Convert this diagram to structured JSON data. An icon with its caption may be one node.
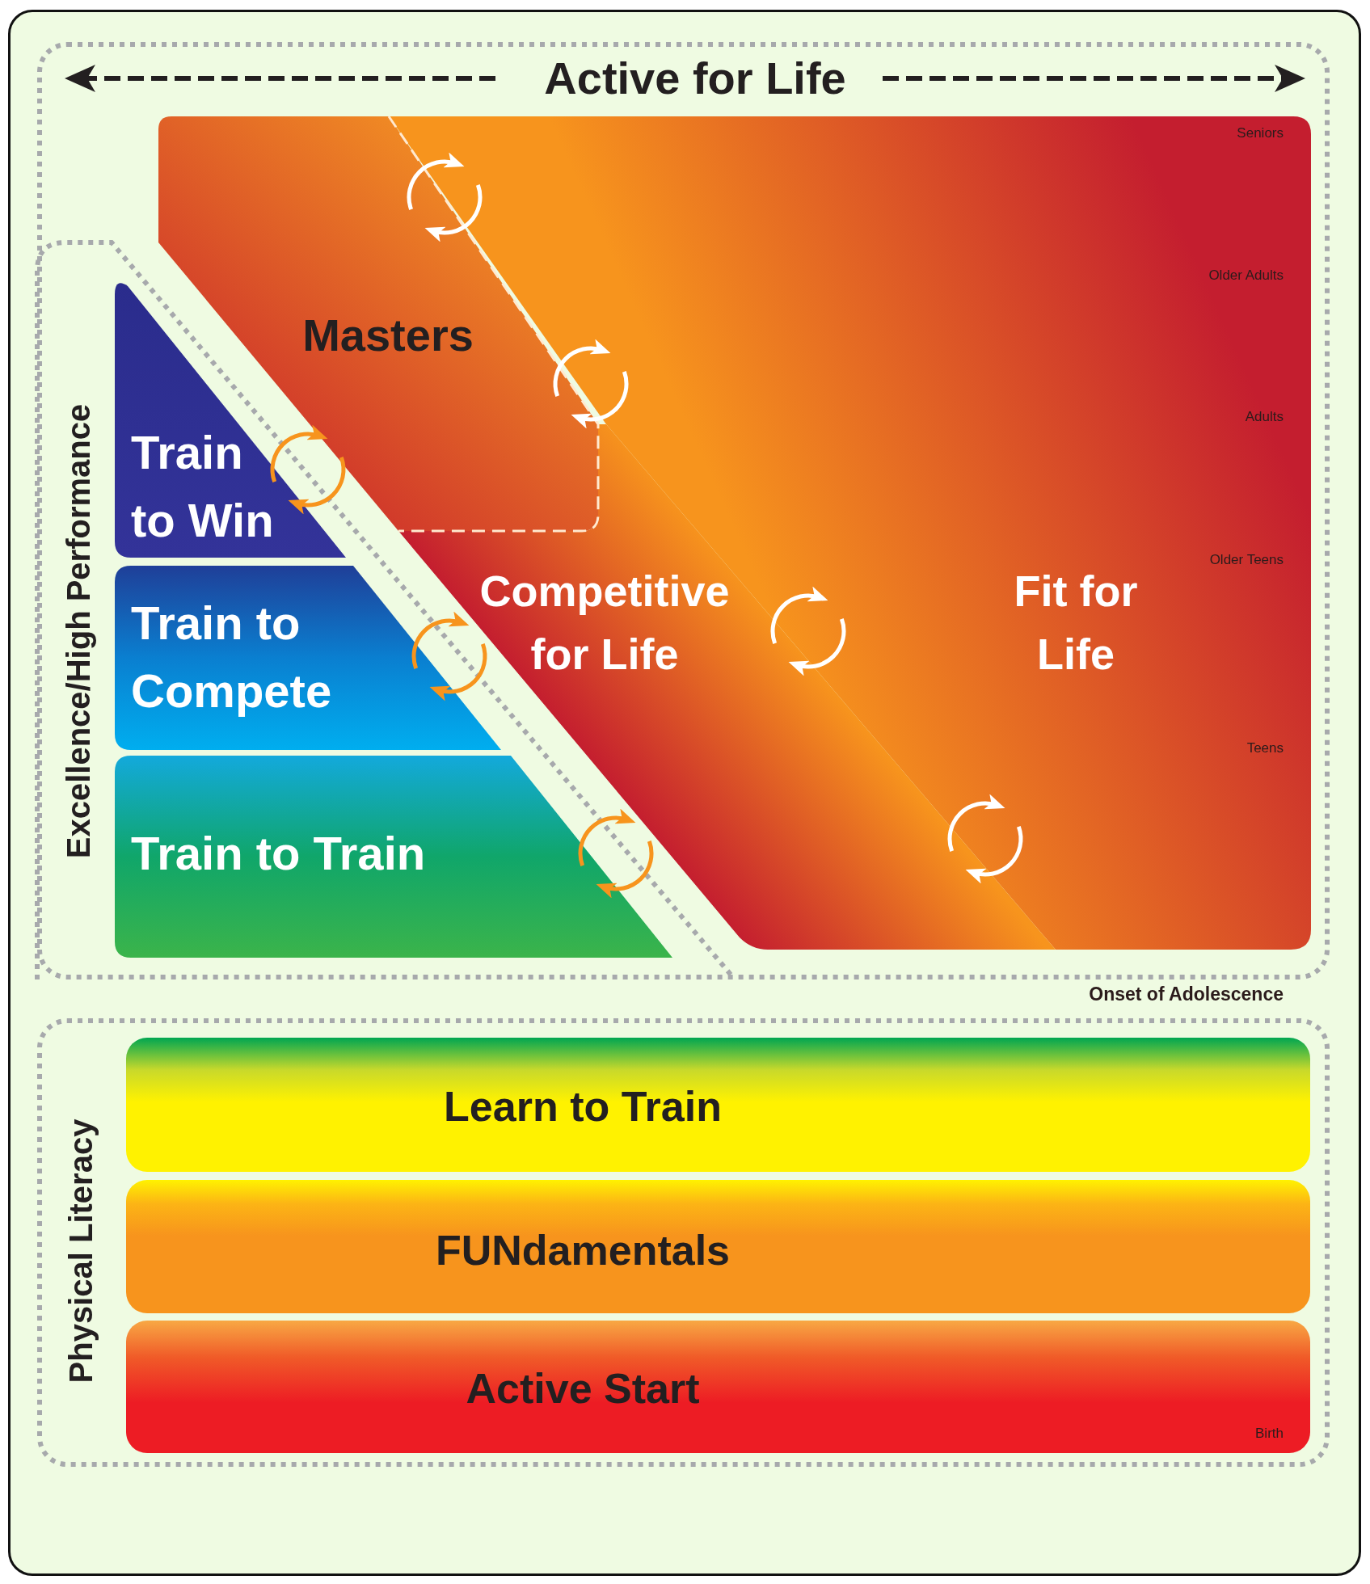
{
  "diagram": {
    "nodes": [
      {
        "text": [
          "Active for Life"
        ]
      },
      {
        "text": [
          "Excellence/High Performance"
        ],
        "in": 0
      },
      {
        "text": [
          "Masters"
        ],
        "in": 0
      },
      {
        "text": [
          "Train to Win"
        ],
        "in": 1
      },
      {
        "text": [
          "Train to Compete"
        ],
        "in": 1
      },
      {
        "text": [
          "Train to Train"
        ],
        "in": 1
      },
      {
        "text": [
          "Competitive for Life"
        ],
        "in": 0
      },
      {
        "text": [
          "Fit for Life"
        ],
        "in": 0
      },
      {
        "text": [
          "Physical Literacy"
        ]
      },
      {
        "text": [
          "Learn to Train"
        ],
        "in": 8
      },
      {
        "text": [
          "FUNdamentals"
        ],
        "in": 8
      },
      {
        "text": [
          "Active Start"
        ],
        "in": 8
      }
    ],
    "edges": [
      {
        "from": 2,
        "to": 7,
        "arrow": "to"
      },
      {
        "from": 7,
        "to": 2,
        "arrow": "to"
      },
      {
        "from": 2,
        "to": 7,
        "arrow": "to"
      },
      {
        "from": 7,
        "to": 2,
        "arrow": "to"
      },
      {
        "from": 3,
        "to": 2,
        "arrow": "to",
        "color": "#f7941d"
      },
      {
        "from": 2,
        "to": 3,
        "arrow": "to",
        "color": "#f7941d"
      },
      {
        "from": 4,
        "to": 6,
        "arrow": "to",
        "color": "#f7941d"
      },
      {
        "from": 6,
        "to": 4,
        "arrow": "to",
        "color": "#f7941d"
      },
      {
        "from": 5,
        "to": 6,
        "arrow": "to",
        "color": "#f7941d"
      },
      {
        "from": 6,
        "to": 5,
        "arrow": "to",
        "color": "#f7941d"
      },
      {
        "from": 6,
        "to": 7,
        "arrow": "to"
      },
      {
        "from": 7,
        "to": 6,
        "arrow": "to"
      },
      {
        "from": 6,
        "to": 7,
        "arrow": "to"
      },
      {
        "from": 7,
        "to": 6,
        "arrow": "to"
      }
    ],
    "labels": [
      "Seniors",
      "Older Adults",
      "Adults",
      "Older Teens",
      "Teens",
      "Onset of Adolescence",
      "Birth"
    ]
  }
}
